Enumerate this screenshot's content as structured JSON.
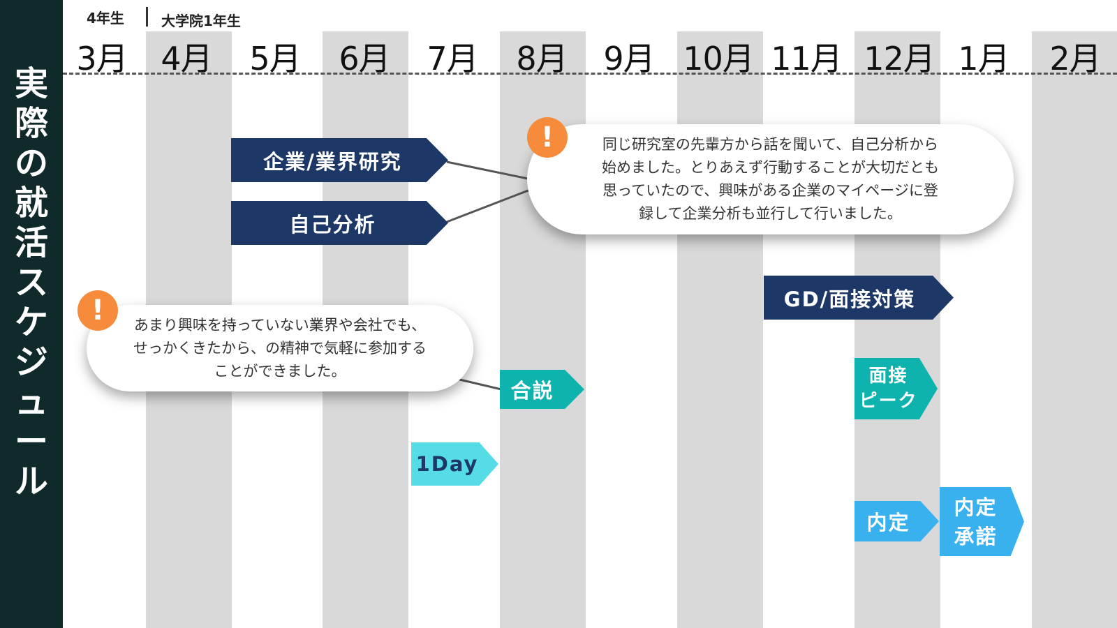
{
  "sidebar": {
    "title_chars": [
      "実",
      "際",
      "の",
      "就",
      "活",
      "ス",
      "ケ",
      "ジ",
      "ュ",
      "ー",
      "ル"
    ]
  },
  "header": {
    "grade_left": "4年生",
    "grade_right": "大学院1年生"
  },
  "months": [
    "3月",
    "4月",
    "5月",
    "6月",
    "7月",
    "8月",
    "9月",
    "10月",
    "11月",
    "12月",
    "1月",
    "2月"
  ],
  "timeline": {
    "research": "企業/業界研究",
    "self_analysis": "自己分析",
    "gd_interview": "GD/面接対策",
    "briefing": "合説",
    "oneday": "1Day",
    "interview_peak_1": "面接",
    "interview_peak_2": "ピーク",
    "offer": "内定",
    "offer_accept_1": "内定",
    "offer_accept_2": "承諾"
  },
  "callouts": {
    "top": {
      "lines": [
        "同じ研究室の先輩方から話を聞いて、自己分析から",
        "始めました。とりあえず行動することが大切だとも",
        "思っていたので、興味がある企業のマイページに登",
        "録して企業分析も並行して行いました。"
      ]
    },
    "bottom": {
      "lines": [
        "あまり興味を持っていない業界や会社でも、",
        "せっかくきたから、の精神で気軽に参加する",
        "ことができました。"
      ]
    },
    "alert_symbol": "!"
  },
  "colors": {
    "sidebar": "#10292a",
    "stripe": "#d9d9d9",
    "navy": "#1d3767",
    "teal": "#0fb3ad",
    "cyan": "#55dce6",
    "sky": "#3ab1ef",
    "alert": "#f68b3c"
  }
}
